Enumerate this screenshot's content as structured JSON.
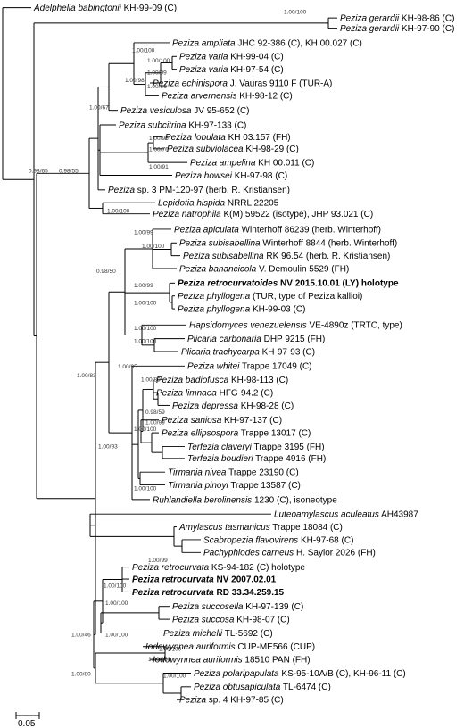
{
  "figure": {
    "scale_bar_label": "0.05"
  },
  "chart_data": {
    "type": "phylogenetic-tree",
    "taxa": [
      {
        "genus": "Adelphella babingtonii",
        "rest": " KH-99-09 (C)",
        "bold": false
      },
      {
        "genus": "Peziza gerardii",
        "rest": " KH-98-86 (C)",
        "bold": false
      },
      {
        "genus": "Peziza gerardii",
        "rest": " KH-97-90 (C)",
        "bold": false
      },
      {
        "genus": "Peziza ampliata",
        "rest": " JHC 92-386 (C), KH 00.027 (C)",
        "bold": false
      },
      {
        "genus": "Peziza varia",
        "rest": " KH-99-04 (C)",
        "bold": false
      },
      {
        "genus": "Peziza varia",
        "rest": " KH-97-54 (C)",
        "bold": false
      },
      {
        "genus": "Peziza echinispora",
        "rest": " J. Vauras 9110 F (TUR-A)",
        "bold": false
      },
      {
        "genus": "Peziza arvernensis",
        "rest": " KH-98-12 (C)",
        "bold": false
      },
      {
        "genus": "Peziza vesiculosa",
        "rest": " JV 95-652 (C)",
        "bold": false
      },
      {
        "genus": "Peziza subcitrina",
        "rest": " KH-97-133 (C)",
        "bold": false
      },
      {
        "genus": "Peziza lobulata",
        "rest": " KH 03.157 (FH)",
        "bold": false
      },
      {
        "genus": "Peziza subviolacea",
        "rest": " KH-98-29 (C)",
        "bold": false
      },
      {
        "genus": "Peziza ampelina",
        "rest": " KH 00.011 (C)",
        "bold": false
      },
      {
        "genus": "Peziza howsei",
        "rest": " KH-97-98 (C)",
        "bold": false
      },
      {
        "genus": "Peziza",
        "rest": " sp. 3 PM-120-97 (herb. R. Kristiansen)",
        "bold": false
      },
      {
        "genus": "Lepidotia hispida",
        "rest": " NRRL 22205",
        "bold": false
      },
      {
        "genus": "Peziza natrophila",
        "rest": " K(M) 59522 (isotype), JHP 93.021 (C)",
        "bold": false
      },
      {
        "genus": "Peziza apiculata",
        "rest": "  Winterhoff 86239 (herb. Winterhoff)",
        "bold": false
      },
      {
        "genus": "Peziza subisabellina",
        "rest": " Winterhoff 8844 (herb. Winterhoff)",
        "bold": false
      },
      {
        "genus": "Peziza subisabellina",
        "rest": " RK 96.54 (herb. R. Kristiansen)",
        "bold": false
      },
      {
        "genus": "Peziza banancicola",
        "rest": " V. Demoulin 5529 (FH)",
        "bold": false
      },
      {
        "genus": "Peziza retrocurvatoides",
        "rest": " NV 2015.10.01 (LY) holotype",
        "bold": true
      },
      {
        "genus": "Peziza phyllogena",
        "rest": " (TUR, type of Peziza kallioi)",
        "bold": false
      },
      {
        "genus": "Peziza phyllogena",
        "rest": " KH-99-03 (C)",
        "bold": false
      },
      {
        "genus": "Hapsidomyces venezuelensis",
        "rest": " VE-4890z (TRTC, type)",
        "bold": false
      },
      {
        "genus": "Plicaria carbonaria",
        "rest": " DHP 9215 (FH)",
        "bold": false
      },
      {
        "genus": "Plicaria trachycarpa",
        "rest": " KH-97-93 (C)",
        "bold": false
      },
      {
        "genus": "Peziza whitei",
        "rest": " Trappe 17049 (C)",
        "bold": false
      },
      {
        "genus": "Peziza badiofusca",
        "rest": " KH-98-113 (C)",
        "bold": false
      },
      {
        "genus": "Peziza limnaea",
        "rest": " HFG-94.2 (C)",
        "bold": false
      },
      {
        "genus": "Peziza depressa",
        "rest": " KH-98-28 (C)",
        "bold": false
      },
      {
        "genus": "Peziza saniosa",
        "rest": " KH-97-137 (C)",
        "bold": false
      },
      {
        "genus": "Peziza ellipsospora",
        "rest": " Trappe 13017 (C)",
        "bold": false
      },
      {
        "genus": "Terfezia claveryi",
        "rest": " Trappe 3195 (FH)",
        "bold": false
      },
      {
        "genus": "Terfezia boudieri",
        "rest": " Trappe 4916 (FH)",
        "bold": false
      },
      {
        "genus": "Tirmania nivea",
        "rest": " Trappe 23190 (C)",
        "bold": false
      },
      {
        "genus": "Tirmania pinoyi",
        "rest": " Trappe 13587 (C)",
        "bold": false
      },
      {
        "genus": "Ruhlandiella berolinensis",
        "rest": " 1230 (C), isoneotype",
        "bold": false
      },
      {
        "genus": "Luteoamylascus aculeatus",
        "rest": " AH43987",
        "bold": false
      },
      {
        "genus": "Amylascus tasmanicus",
        "rest": " Trappe 18084 (C)",
        "bold": false
      },
      {
        "genus": "Scabropezia flavovirens",
        "rest": " KH-97-68 (C)",
        "bold": false
      },
      {
        "genus": "Pachyphlodes carneus",
        "rest": " H. Saylor 2026 (FH)",
        "bold": false
      },
      {
        "genus": "Peziza retrocurvata",
        "rest": " KS-94-182 (C) holotype",
        "bold": false
      },
      {
        "genus": "Peziza retrocurvata",
        "rest": " NV 2007.02.01",
        "bold": true
      },
      {
        "genus": "Peziza retrocurvata",
        "rest": " RD 33.34.259.15",
        "bold": true
      },
      {
        "genus": "Peziza succosella",
        "rest": " KH-97-139 (C)",
        "bold": false
      },
      {
        "genus": "Peziza succosa",
        "rest": " KH-98-07 (C)",
        "bold": false
      },
      {
        "genus": "Peziza michelii",
        "rest": " TL-5692 (C)",
        "bold": false
      },
      {
        "genus": "Iodowynnea auriformis",
        "rest": " CUP-ME566 (CUP)",
        "bold": false
      },
      {
        "genus": "Iodowynnea auriformis",
        "rest": " 18510 PAN (FH)",
        "bold": false
      },
      {
        "genus": "Peziza polaripapulata",
        "rest": " KS-95-10A/B (C), KH-96-11 (C)",
        "bold": false
      },
      {
        "genus": "Peziza obtusapiculata",
        "rest": " TL-6474 (C)",
        "bold": false
      },
      {
        "genus": "Peziza",
        "rest": " sp. 4 KH-97-85 (C)",
        "bold": false
      }
    ],
    "support_values": [
      "1.00/100",
      "1.00/100",
      "1.00/100",
      "1.00/99",
      "1.00/96",
      "1.00/98",
      "1.00/67",
      "1.00/96",
      "1.00/76",
      "1.00/91",
      "0.98/65",
      "0.98/55",
      "1.00/100",
      "1.00/99",
      "1.00/100",
      "0.98/50",
      "1.00/99",
      "1.00/100",
      "1.00/100",
      "1.00/100",
      "1.00/95",
      "1.00/89",
      "0.98/59",
      "1.00/99",
      "1.00/100",
      "1.00/93",
      "1.00/83",
      "1.00/100",
      "1.00/99",
      "1.00/100",
      "1.00/100",
      "1.00/100",
      "1.00/46",
      "1.00/100",
      "1.00/100",
      "1.00/100",
      "1.00/80"
    ]
  }
}
